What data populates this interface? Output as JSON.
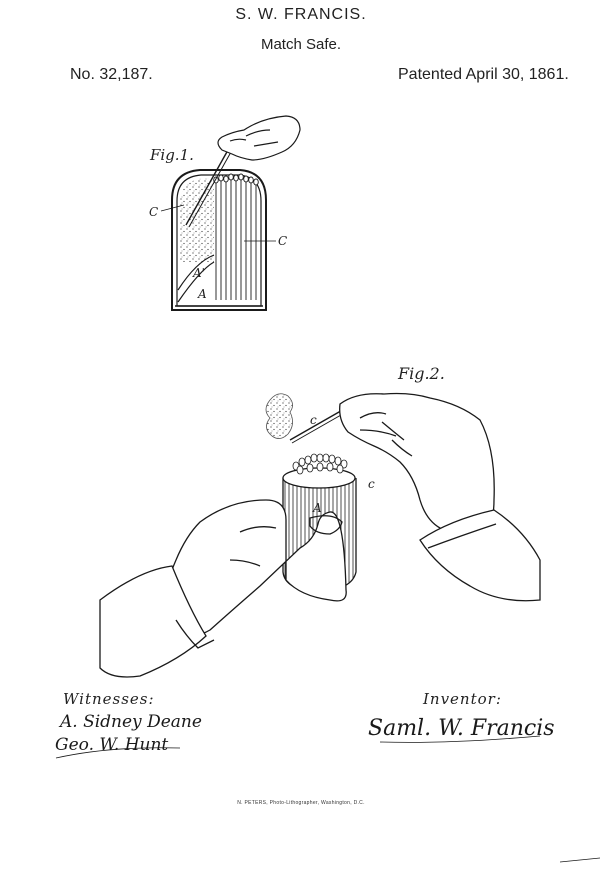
{
  "header": {
    "inventor": "S. W. FRANCIS.",
    "title": "Match Safe.",
    "patent_number": "No. 32,187.",
    "patent_date": "Patented April 30, 1861."
  },
  "figures": {
    "fig1": {
      "label": "Fig.1.",
      "letters": [
        "C",
        "C",
        "A'",
        "A"
      ]
    },
    "fig2": {
      "label": "Fig.2.",
      "letters": [
        "c",
        "c",
        "A"
      ]
    }
  },
  "signatures": {
    "witnesses_label": "Witnesses:",
    "witness_1": "A. Sidney Deane",
    "witness_2": "Geo. W. Hunt",
    "inventor_label": "Inventor:",
    "inventor_signature": "Saml. W. Francis"
  },
  "footer": {
    "imprint": "N. PETERS, Photo-Lithographer, Washington, D.C."
  }
}
